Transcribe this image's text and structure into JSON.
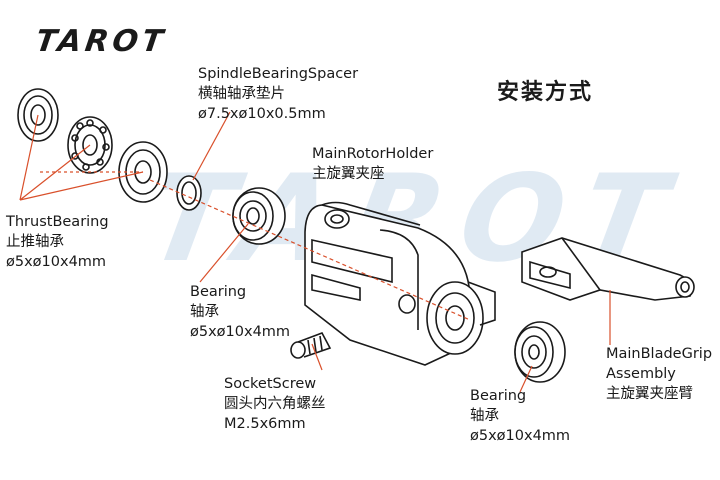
{
  "brand": {
    "logo": "TAROT",
    "watermark": "TAROT"
  },
  "title": "安装方式",
  "colors": {
    "leader": "#d9502b",
    "part_label_blue": "#2f6e95",
    "watermark": "#dbe7f2"
  },
  "labels": {
    "spindle_spacer": {
      "en": "SpindleBearingSpacer",
      "cn": "横轴轴承垫片",
      "spec": "ø7.5xø10x0.5mm"
    },
    "thrust_bearing": {
      "en": "ThrustBearing",
      "cn": "止推轴承",
      "spec": "ø5xø10x4mm"
    },
    "main_rotor_holder": {
      "en": "MainRotorHolder",
      "cn": "主旋翼夹座"
    },
    "bearing_left": {
      "en": "Bearing",
      "cn": "轴承",
      "spec": "ø5xø10x4mm"
    },
    "socket_screw": {
      "en": "SocketScrew",
      "cn": "圆头内六角螺丝",
      "spec": "M2.5x6mm"
    },
    "bearing_right": {
      "en": "Bearing",
      "cn": "轴承",
      "spec": "ø5xø10x4mm"
    },
    "blade_grip": {
      "en": "MainBladeGrip",
      "en2": "Assembly",
      "cn": "主旋翼夹座臂"
    }
  }
}
